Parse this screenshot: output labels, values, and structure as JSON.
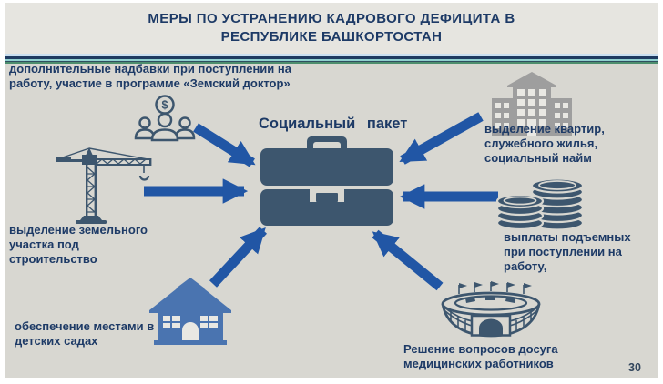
{
  "slide": {
    "title": {
      "line1": "МЕРЫ ПО УСТРАНЕНИЮ КАДРОВОГО ДЕФИЦИТА В",
      "line2": "РЕСПУБЛИКЕ БАШКОРТОСТАН"
    },
    "center_label": "Социальный пакет",
    "center_icon": "briefcase-icon",
    "page_number": "30",
    "icons": {
      "coin_symbol": "$",
      "list": [
        "people-dollar-icon",
        "crane-icon",
        "house-icon",
        "apartment-building-icon",
        "coins-icon",
        "stadium-icon",
        "briefcase-icon"
      ]
    },
    "measures": [
      {
        "id": "bonus",
        "icon": "people-dollar-icon",
        "text": "дополнительные надбавки при поступлении на работу, участие в программе «Земский доктор»"
      },
      {
        "id": "land",
        "icon": "crane-icon",
        "text": "выделение земельного участка под строительство"
      },
      {
        "id": "kindergarten",
        "icon": "house-icon",
        "text": "обеспечение местами в детских садах"
      },
      {
        "id": "housing",
        "icon": "apartment-building-icon",
        "text": "выделение квартир, служебного жилья, социальный найм"
      },
      {
        "id": "payments",
        "icon": "coins-icon",
        "text": "выплаты подъемных при поступлении на работу,"
      },
      {
        "id": "leisure",
        "icon": "stadium-icon",
        "text": "Решение вопросов досуга медицинских работников"
      }
    ],
    "colors": {
      "slide-bg": "#d8d7d1",
      "title-band-bg": "#e6e5e0",
      "text-navy": "#1d3a66",
      "arrow": "#2156a5",
      "icon-dark": "#3d566e",
      "building-gray": "#9e9e9e",
      "house-blue": "#4a74b0",
      "window-white": "#e9e8e3",
      "divider-lightblue": "#c9dff0",
      "divider-navy": "#1e3a60",
      "divider-teal": "#8fd0cf",
      "divider-green": "#4d8e6e"
    }
  }
}
